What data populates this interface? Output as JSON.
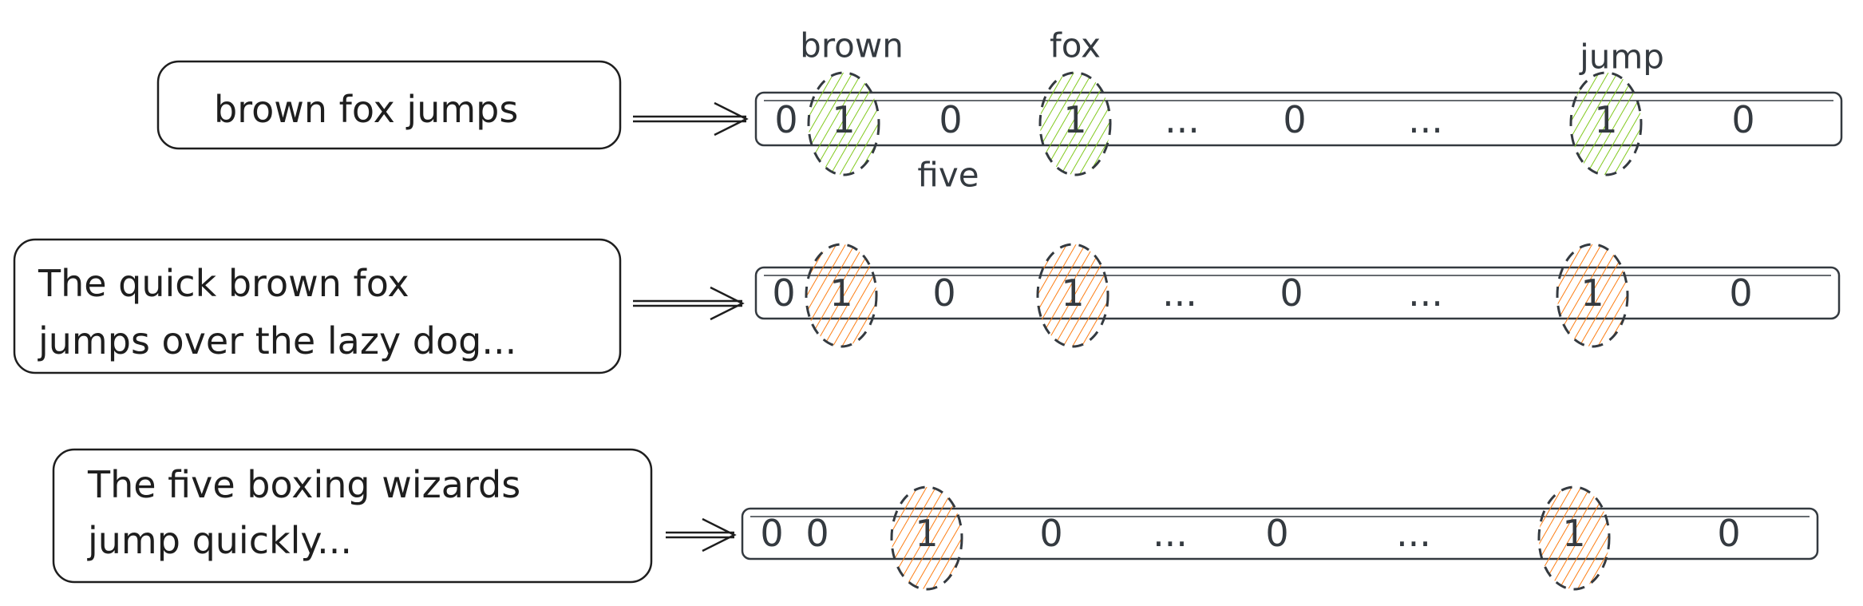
{
  "colors": {
    "match_query": "#82c91e",
    "match_doc": "#fd7e14",
    "stroke": "#343a40"
  },
  "rows": [
    {
      "input_lines": [
        "brown fox jumps"
      ],
      "highlight": "match_query",
      "cells": [
        "0",
        "1",
        "0",
        "1",
        "...",
        "0",
        "...",
        "1",
        "0"
      ],
      "highlighted": [
        false,
        true,
        false,
        true,
        false,
        false,
        false,
        true,
        false
      ]
    },
    {
      "input_lines": [
        "The quick brown fox",
        "jumps over the lazy dog..."
      ],
      "highlight": "match_doc",
      "cells": [
        "0",
        "1",
        "0",
        "1",
        "...",
        "0",
        "...",
        "1",
        "0"
      ],
      "highlighted": [
        false,
        true,
        false,
        true,
        false,
        false,
        false,
        true,
        false
      ]
    },
    {
      "input_lines": [
        "The five boxing wizards",
        "jump quickly..."
      ],
      "highlight": "match_doc",
      "cells": [
        "0",
        "0",
        "1",
        "0",
        "...",
        "0",
        "...",
        "1",
        "0"
      ],
      "highlighted": [
        false,
        false,
        true,
        false,
        false,
        false,
        false,
        true,
        false
      ]
    }
  ],
  "vocab_labels": [
    "brown",
    "five",
    "fox",
    "jump"
  ]
}
